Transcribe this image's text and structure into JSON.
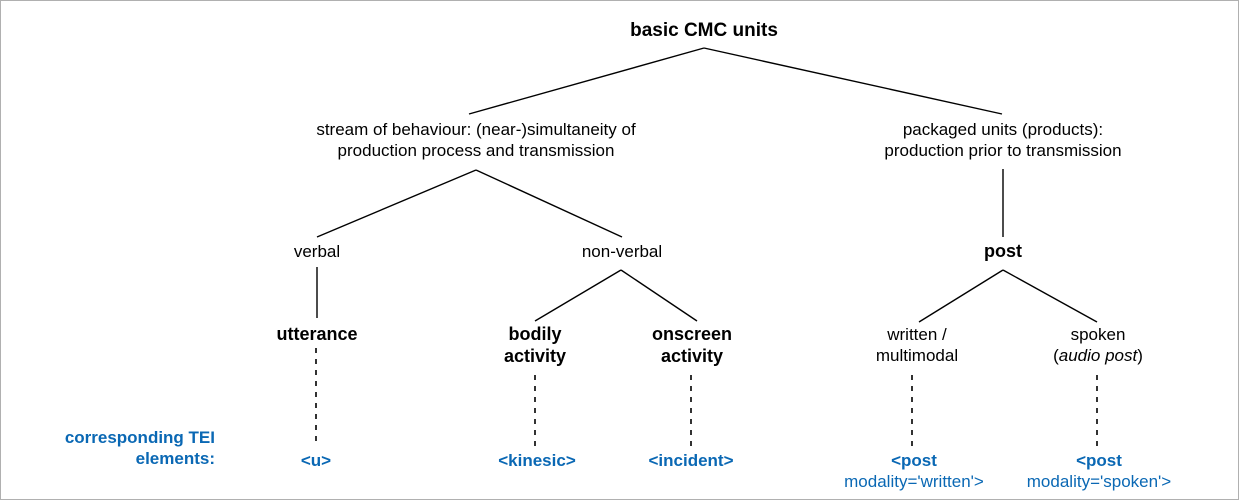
{
  "diagram": {
    "title": "basic CMC units",
    "type": "tree",
    "background_color": "#ffffff",
    "text_color": "#000000",
    "tei_color": "#0A68B4",
    "nodes": {
      "root": {
        "label": "basic CMC units"
      },
      "stream": {
        "line1": "stream of behaviour: (near-)simultaneity of",
        "line2": "production process and transmission"
      },
      "packaged": {
        "line1": "packaged units (products):",
        "line2": "production prior to transmission"
      },
      "verbal": {
        "label": "verbal"
      },
      "nonverbal": {
        "label": "non-verbal"
      },
      "post": {
        "label": "post"
      },
      "utterance": {
        "label": "utterance"
      },
      "bodily": {
        "line1": "bodily",
        "line2": "activity"
      },
      "onscreen": {
        "line1": "onscreen",
        "line2": "activity"
      },
      "written": {
        "line1": "written /",
        "line2": "multimodal"
      },
      "spoken": {
        "line1": "spoken",
        "line2_prefix": "(",
        "line2_italic": "audio post",
        "line2_suffix": ")"
      }
    },
    "tei": {
      "caption_line1": "corresponding TEI",
      "caption_line2": "elements:",
      "utterance": {
        "name": "<u>"
      },
      "kinesic": {
        "name": "<kinesic>"
      },
      "incident": {
        "name": "<incident>"
      },
      "post_written": {
        "name": "<post",
        "attr": "modality='written'>"
      },
      "post_spoken": {
        "name": "<post",
        "attr": "modality='spoken'>"
      }
    }
  }
}
